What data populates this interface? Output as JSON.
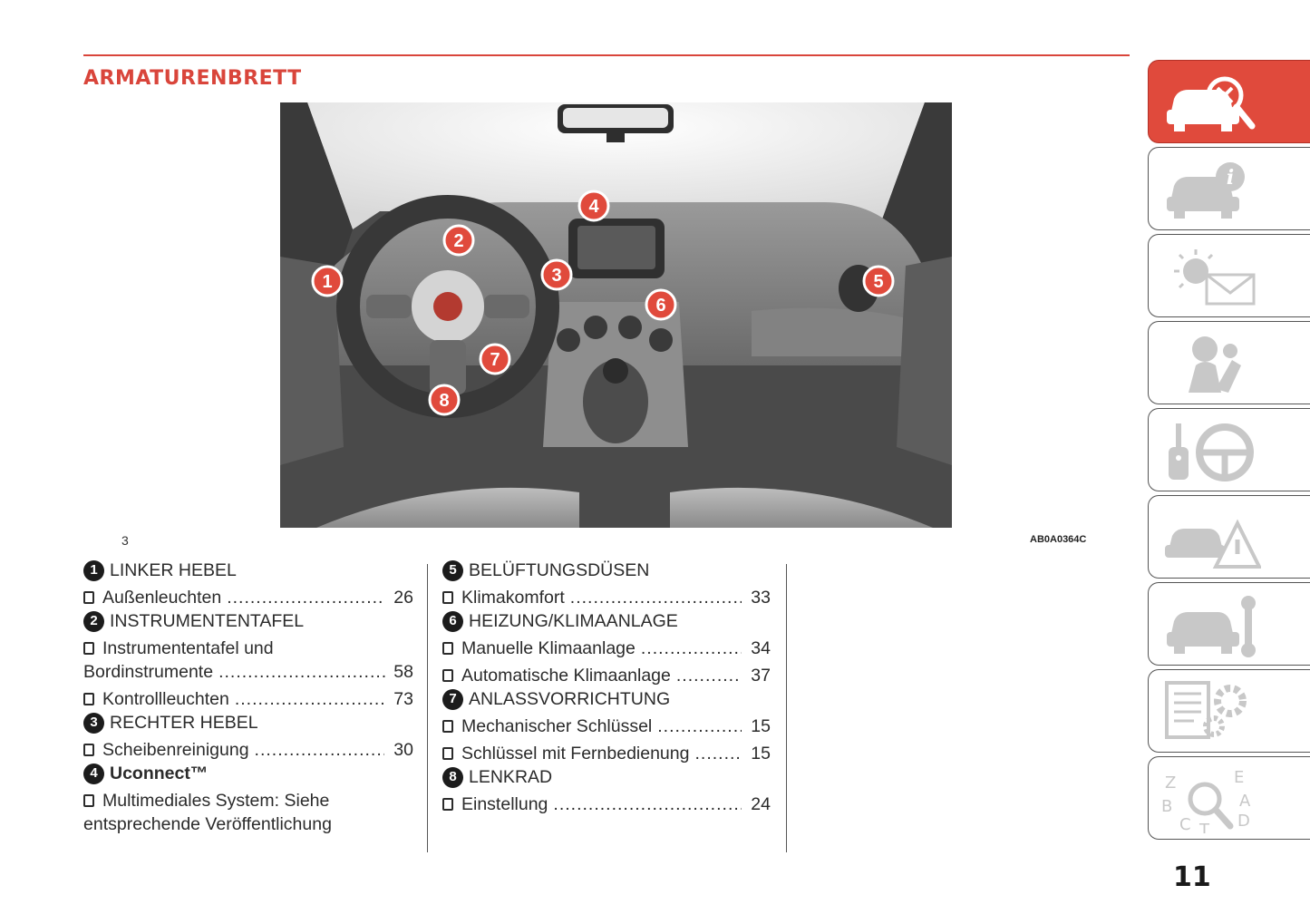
{
  "page": {
    "title": "ARMATURENBRETT",
    "number": "11"
  },
  "figure": {
    "number": "3",
    "code": "AB0A0364C",
    "markers": [
      "1",
      "2",
      "3",
      "4",
      "5",
      "6",
      "7",
      "8"
    ]
  },
  "left_column": {
    "sections": [
      {
        "num": "1",
        "title": "LINKER HEBEL",
        "entries": [
          {
            "text": "Außenleuchten",
            "page": "26"
          }
        ]
      },
      {
        "num": "2",
        "title": "INSTRUMENTENTAFEL",
        "entries": [
          {
            "text_line1": "Instrumententafel und",
            "text_line2": "Bordinstrumente",
            "page": "58"
          },
          {
            "text": "Kontrollleuchten",
            "page": "73"
          }
        ]
      },
      {
        "num": "3",
        "title": "RECHTER HEBEL",
        "entries": [
          {
            "text": "Scheibenreinigung",
            "page": "30"
          }
        ]
      },
      {
        "num": "4",
        "title": "Uconnect™",
        "entries": [
          {
            "text_line1": "Multimediales System: Siehe",
            "text_line2": "entsprechende Veröffentlichung"
          }
        ]
      }
    ]
  },
  "right_column": {
    "sections": [
      {
        "num": "5",
        "title": "BELÜFTUNGSDÜSEN",
        "entries": [
          {
            "text": "Klimakomfort",
            "page": "33"
          }
        ]
      },
      {
        "num": "6",
        "title": "HEIZUNG/KLIMAANLAGE",
        "entries": [
          {
            "text": "Manuelle Klimaanlage",
            "page": "34"
          },
          {
            "text": "Automatische Klimaanlage",
            "page": "37"
          }
        ]
      },
      {
        "num": "7",
        "title": "ANLASSVORRICHTUNG",
        "entries": [
          {
            "text": "Mechanischer Schlüssel",
            "page": "15"
          },
          {
            "text": "Schlüssel mit Fernbedienung",
            "page": "15"
          }
        ]
      },
      {
        "num": "8",
        "title": "LENKRAD",
        "entries": [
          {
            "text": "Einstellung",
            "page": "24"
          }
        ]
      }
    ]
  },
  "tabs": [
    {
      "icon": "car-inspect-icon",
      "active": true
    },
    {
      "icon": "car-info-icon",
      "active": false
    },
    {
      "icon": "warning-lights-icon",
      "active": false
    },
    {
      "icon": "safety-airbag-icon",
      "active": false
    },
    {
      "icon": "key-steering-icon",
      "active": false
    },
    {
      "icon": "car-emergency-icon",
      "active": false
    },
    {
      "icon": "car-maintenance-icon",
      "active": false
    },
    {
      "icon": "technical-data-icon",
      "active": false
    },
    {
      "icon": "index-search-icon",
      "active": false
    }
  ],
  "tab_letters": [
    "Z",
    "E",
    "B",
    "A",
    "C",
    "T",
    "D"
  ],
  "colors": {
    "accent": "#d9453b",
    "tab_active": "#e04a3c",
    "marker": "#e04a3c"
  }
}
